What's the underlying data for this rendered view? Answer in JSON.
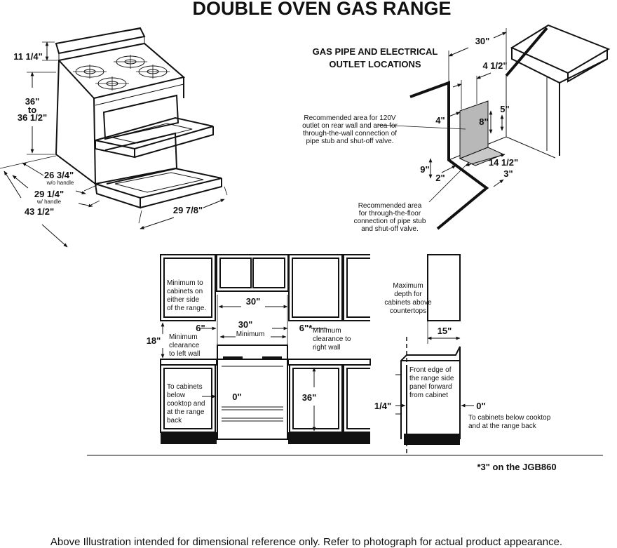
{
  "title": "DOUBLE OVEN GAS RANGE",
  "range_view": {
    "dim_backguard": "11 1/4\"",
    "dim_height_1": "36\"",
    "dim_height_2": "to",
    "dim_height_3": "36 1/2\"",
    "dim_depth_no_handle": "26 3/4\"",
    "dim_depth_no_handle_note": "w/o handle",
    "dim_depth_handle": "29 1/4\"",
    "dim_depth_handle_note": "w/ handle",
    "dim_depth_open": "43 1/2\"",
    "dim_width": "29 7/8\""
  },
  "gas_view": {
    "heading_1": "GAS PIPE AND ELECTRICAL",
    "heading_2": "OUTLET LOCATIONS",
    "dim_30": "30\"",
    "dim_4_1_2": "4 1/2\"",
    "dim_5": "5\"",
    "dim_8": "8\"",
    "dim_4": "4\"",
    "dim_9": "9\"",
    "dim_2": "2\"",
    "dim_14_1_2": "14 1/2\"",
    "dim_3": "3\"",
    "wall_note": [
      "Recommended area for 120V",
      "outlet on rear wall and area for",
      "through-the-wall connection of",
      "pipe stub and shut-off valve."
    ],
    "floor_note": [
      "Recommended area",
      "for through-the-floor",
      "connection of pipe stub",
      "and shut-off valve."
    ]
  },
  "cabinet_view": {
    "min_side_note": [
      "Minimum to",
      "cabinets on",
      "either side",
      "of the range."
    ],
    "dim_30_top": "30\"",
    "dim_30_min": "30\"",
    "min_label": "Minimum",
    "dim_6_left": "6\"",
    "dim_6_right": "6\"*",
    "right_note": [
      "Minimum",
      "clearance to",
      "right wall"
    ],
    "dim_18": "18\"",
    "left_note": [
      "Minimum",
      "clearance",
      "to left wall"
    ],
    "below_note": [
      "To cabinets",
      "below",
      "cooktop and",
      "at the range",
      "back"
    ],
    "dim_0": "0\"",
    "dim_36": "36\""
  },
  "side_view": {
    "max_depth_note": [
      "Maximum",
      "depth for",
      "cabinets above",
      "countertops"
    ],
    "dim_15": "15\"",
    "front_edge_note": [
      "Front edge of",
      "the range side",
      "panel forward",
      "from cabinet"
    ],
    "dim_1_4": "1/4\"",
    "dim_0": "0\"",
    "below_note": [
      "To cabinets below cooktop",
      "and at the range back"
    ]
  },
  "model_note": "*3\" on the JGB860",
  "footer": "Above Illustration intended for dimensional reference only. Refer to photograph for actual product appearance."
}
